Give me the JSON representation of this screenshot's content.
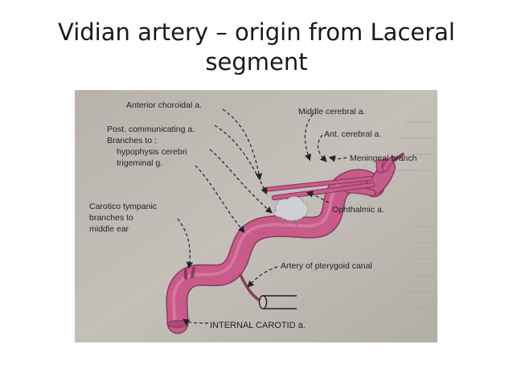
{
  "title": {
    "line1": "Vidian artery – origin from Laceral",
    "line2": "segment"
  },
  "labels": {
    "anterior_choroidal": "Anterior choroidal a.",
    "post_communicating": "Post. communicating a.",
    "branches_to": "Branches to :",
    "hypophysis_cerebri": "hypophysis cerebri",
    "trigeminal": "trigeminal g.",
    "carotico_tympanic": "Carotico tympanic",
    "branches_to_2": "branches to",
    "middle_ear": "middle ear",
    "middle_cerebral": "Middle cerebral a.",
    "ant_cerebral": "Ant. cerebral a.",
    "meningeal_branch": "Meningeal branch",
    "ophthalmic": "Ophthalmic a.",
    "artery_pterygoid": "Artery of pterygoid canal",
    "internal_carotid": "INTERNAL CAROTID a."
  },
  "colors": {
    "paper": "#bfb9b2",
    "artery": "#c85b8a",
    "artery_dark": "#8a3b5f",
    "ganglion": "#cfcfd6",
    "ink": "#232323"
  }
}
